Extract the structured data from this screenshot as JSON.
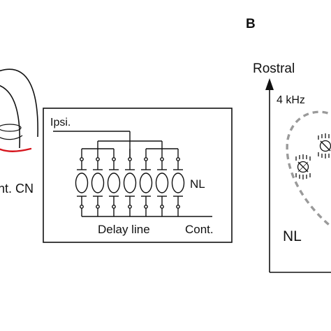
{
  "panel_b": {
    "label": "B",
    "axis_label": "Rostral",
    "frequency": "4 kHz",
    "region_label": "NL"
  },
  "panel_a": {
    "nucleus_label": "nt. CN",
    "schematic": {
      "ipsi_label": "Ipsi.",
      "nl_label": "NL",
      "delay_line_label": "Delay line",
      "cont_label": "Cont.",
      "neuron_count": 7
    }
  },
  "colors": {
    "line": "#111111",
    "accent_red": "#d6141c",
    "dashed_outline": "#9a9a9a"
  }
}
